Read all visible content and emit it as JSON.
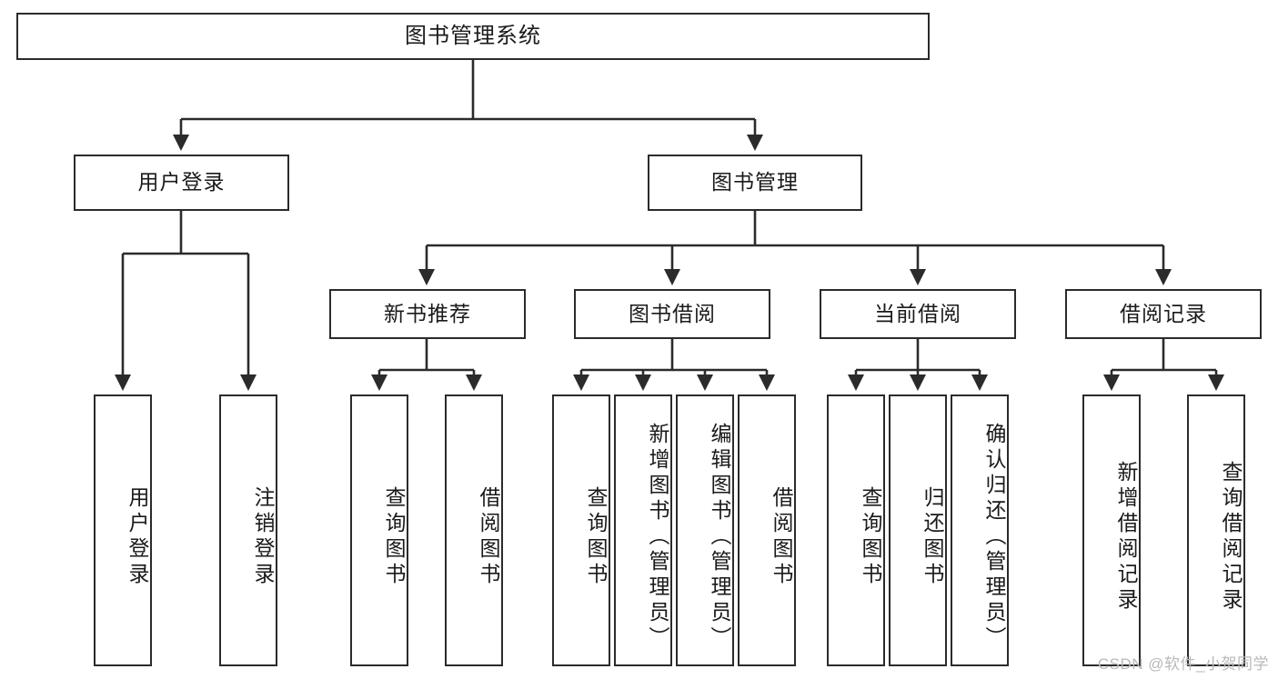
{
  "diagram": {
    "title": "图书管理系统",
    "type": "tree-hierarchy-diagram",
    "colors": {
      "border": "#2b2b2b",
      "background": "#ffffff",
      "text": "#1a1a1a",
      "watermark": "#b9b9b9"
    },
    "root": {
      "label": "图书管理系统",
      "orientation": "horizontal"
    },
    "level2": [
      {
        "label": "用户登录",
        "orientation": "horizontal"
      },
      {
        "label": "图书管理",
        "orientation": "horizontal"
      }
    ],
    "level3": [
      {
        "label": "新书推荐",
        "orientation": "horizontal"
      },
      {
        "label": "图书借阅",
        "orientation": "horizontal"
      },
      {
        "label": "当前借阅",
        "orientation": "horizontal"
      },
      {
        "label": "借阅记录",
        "orientation": "horizontal"
      }
    ],
    "leaves": {
      "user_login": [
        {
          "label": "用户登录",
          "orientation": "vertical"
        },
        {
          "label": "注销登录",
          "orientation": "vertical"
        }
      ],
      "new_book_recommend": [
        {
          "label": "查询图书",
          "orientation": "vertical"
        },
        {
          "label": "借阅图书",
          "orientation": "vertical"
        }
      ],
      "book_borrow": [
        {
          "label": "查询图书",
          "orientation": "vertical"
        },
        {
          "label": "新增图书（管理员）",
          "orientation": "vertical"
        },
        {
          "label": "编辑图书（管理员）",
          "orientation": "vertical"
        },
        {
          "label": "借阅图书",
          "orientation": "vertical"
        }
      ],
      "current_borrow": [
        {
          "label": "查询图书",
          "orientation": "vertical"
        },
        {
          "label": "归还图书",
          "orientation": "vertical"
        },
        {
          "label": "确认归还（管理员）",
          "orientation": "vertical"
        }
      ],
      "borrow_record": [
        {
          "label": "新增借阅记录",
          "orientation": "vertical"
        },
        {
          "label": "查询借阅记录",
          "orientation": "vertical"
        }
      ]
    }
  },
  "watermark": {
    "text": "CSDN @软件_小贺同学"
  }
}
